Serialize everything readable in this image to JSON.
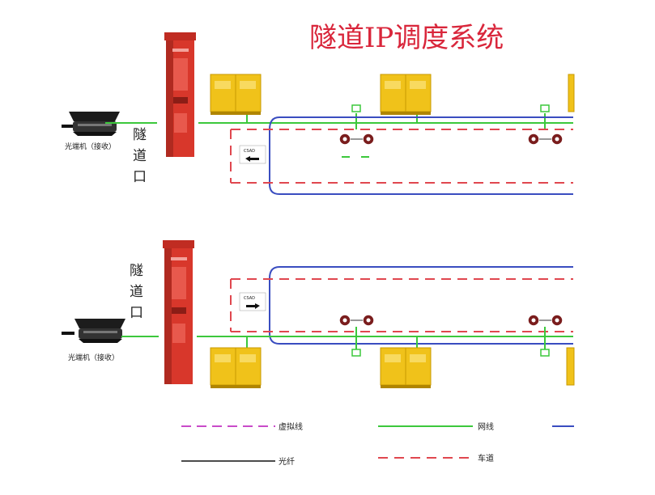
{
  "title": "隧道IP调度系统",
  "entrance_label": [
    "隧",
    "道",
    "口"
  ],
  "receiver_label": "光端机（接收）",
  "legend": {
    "virtual": "虚拟线",
    "network": "网线",
    "fiber": "光纤",
    "lane": "车道"
  },
  "colors": {
    "title": "#d9263b",
    "network_line": "#3cc83c",
    "fiber_line": "#111111",
    "lane_line": "#e0474f",
    "virtual_line": "#c94bc9",
    "tunnel_wall": "#3a4dc0",
    "cabinet": "#f0c21a",
    "pillar": "#d8372b"
  },
  "lane_sign": "CSAD"
}
